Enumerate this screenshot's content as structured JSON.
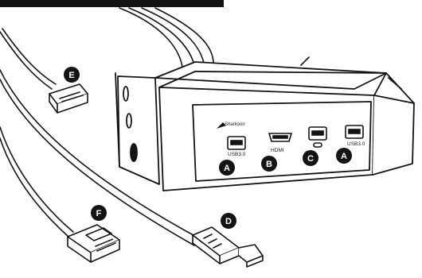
{
  "figure": {
    "brand_logo_text": "Sharkoon",
    "ports": [
      {
        "id": "usb-left",
        "label": "USB3.0",
        "marker": "A"
      },
      {
        "id": "hdmi",
        "label": "HDMI",
        "marker": "B"
      },
      {
        "id": "usb-c",
        "label": "",
        "marker": "C"
      },
      {
        "id": "usb-right",
        "label": "USB3.0",
        "marker": "A"
      }
    ],
    "cable_markers": [
      {
        "id": "sata-power",
        "marker": "E"
      },
      {
        "id": "usb-header",
        "marker": "F"
      },
      {
        "id": "hdmi-cable",
        "marker": "D"
      }
    ]
  },
  "colors": {
    "line": "#141414",
    "marker_fill": "#141414",
    "marker_text": "#ffffff",
    "panel_fill": "#ffffff"
  }
}
